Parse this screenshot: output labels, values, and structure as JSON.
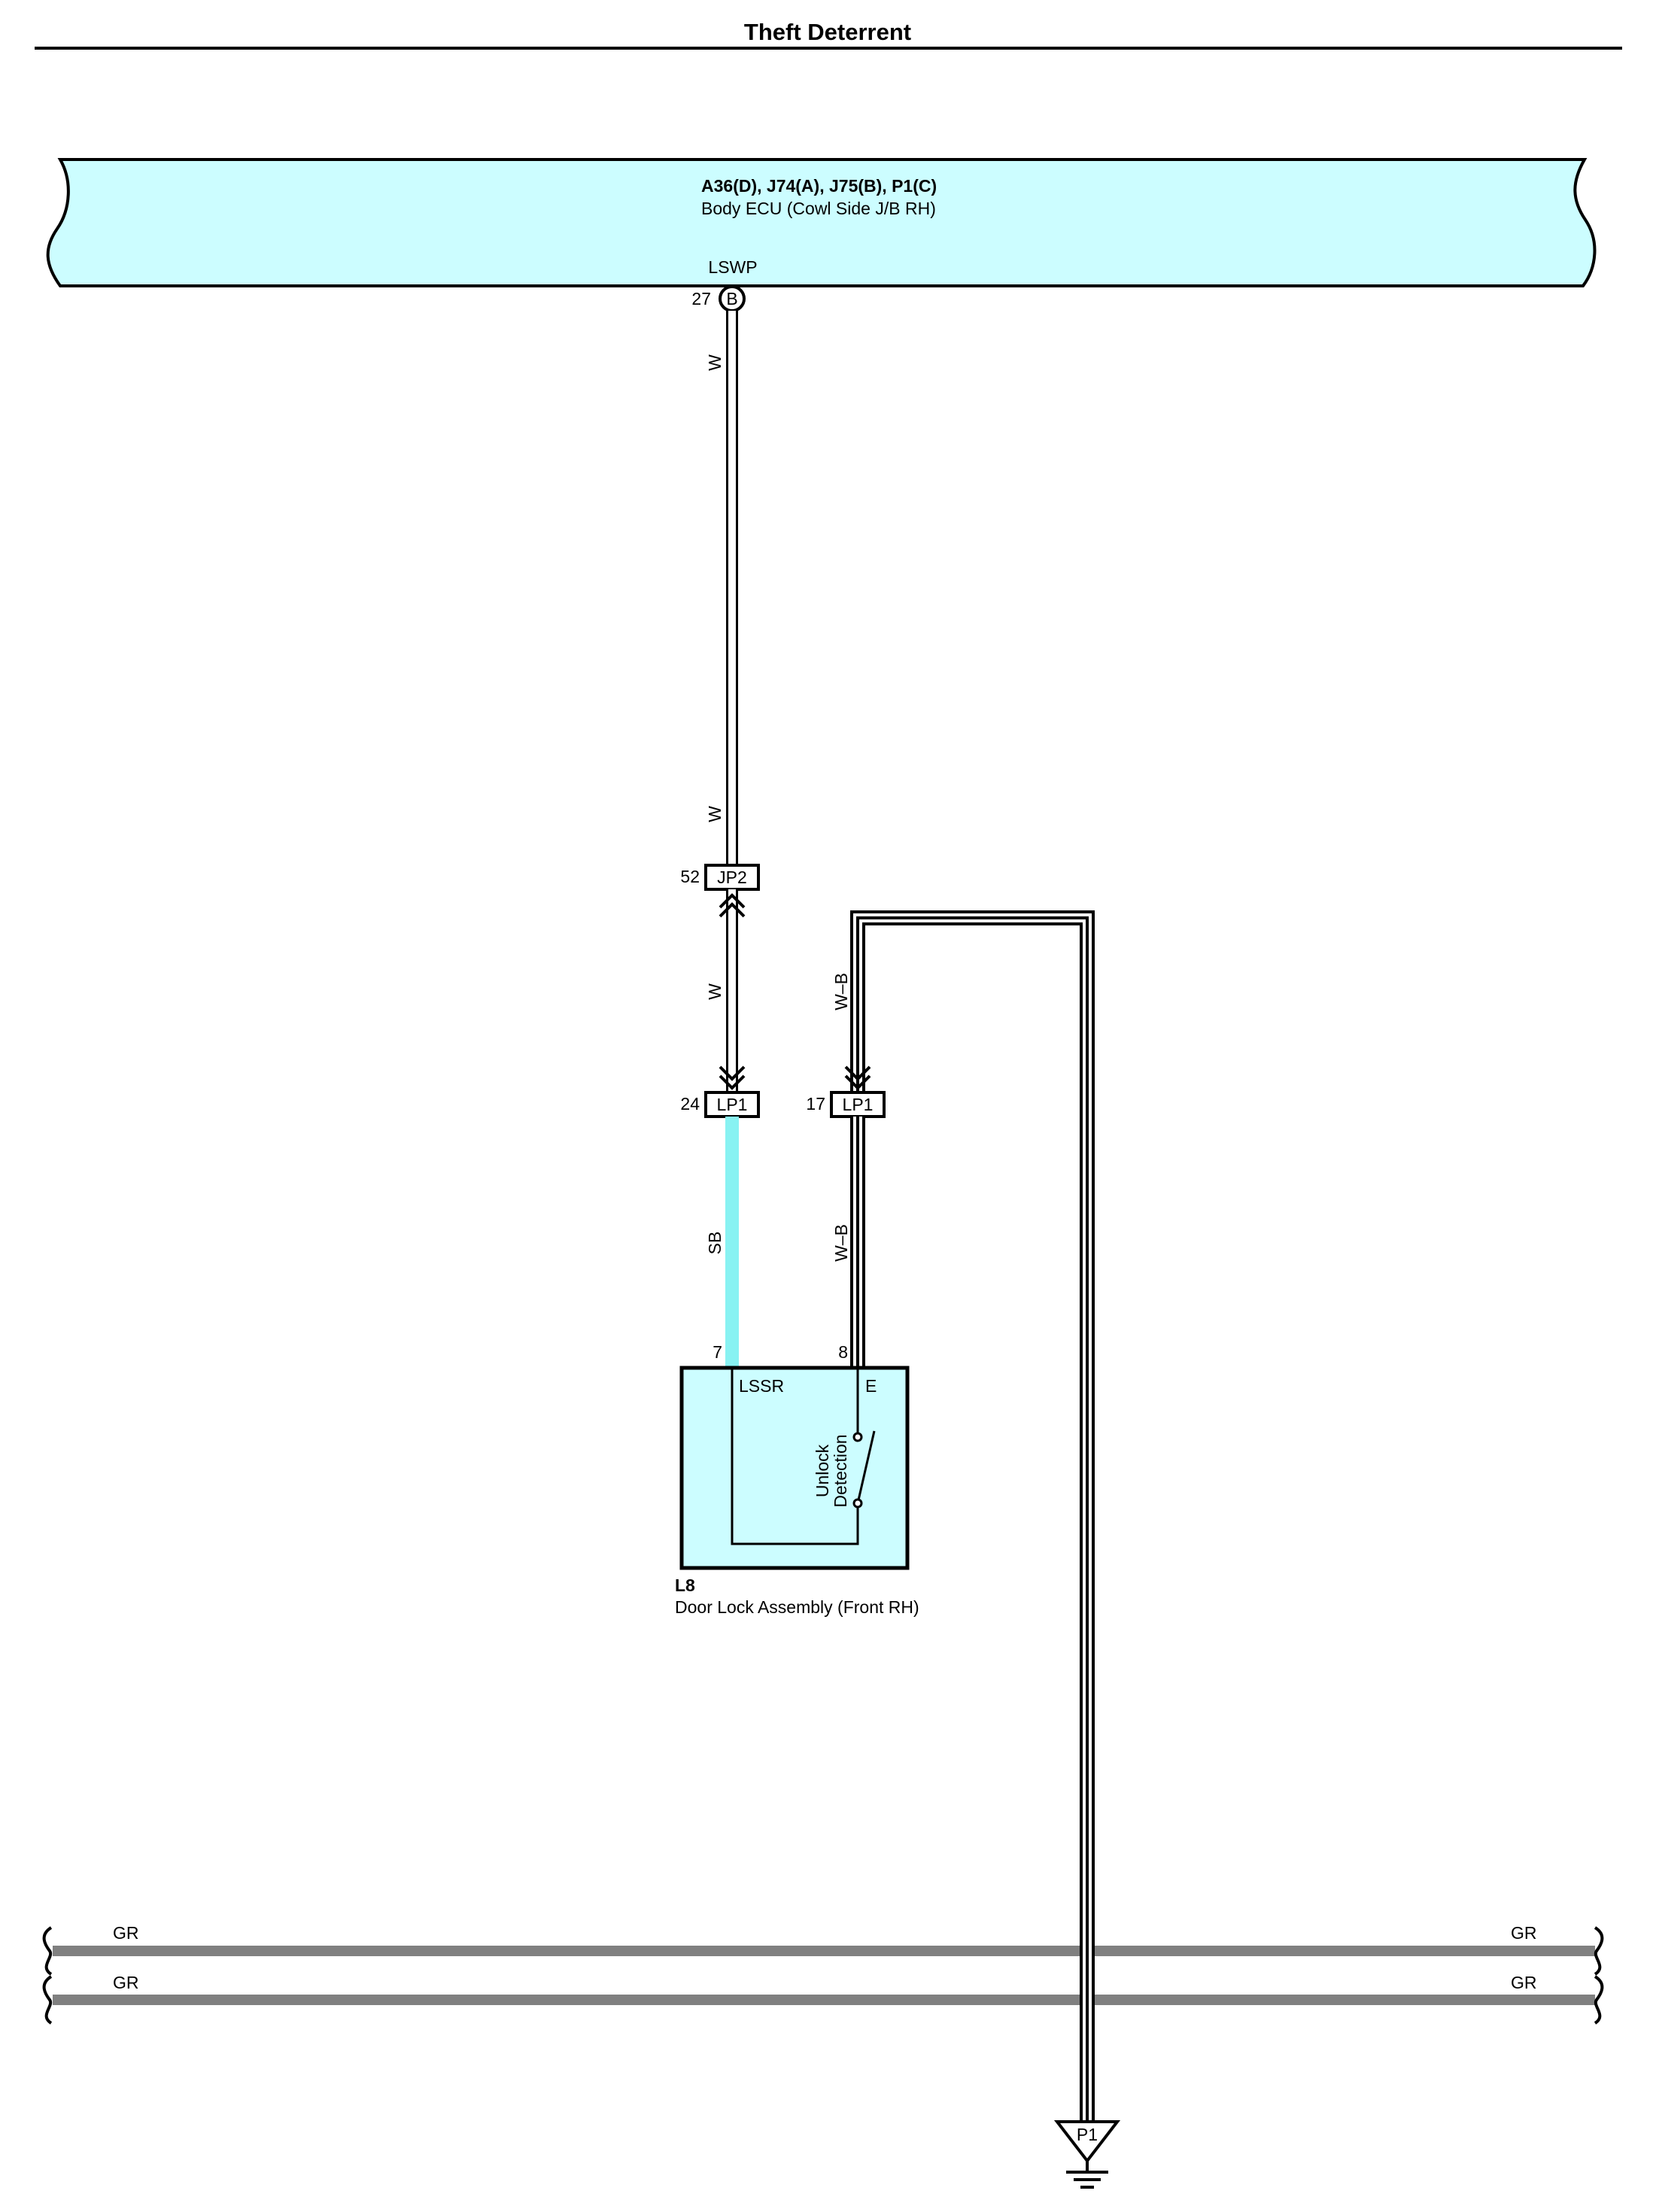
{
  "title": "Theft Deterrent",
  "colors": {
    "component_fill": "#ccfdff",
    "sb_wire": "#88f2f2",
    "gr_wire": "#808080",
    "line": "#000000"
  },
  "ecu": {
    "id": "A36(D), J74(A), J75(B), P1(C)",
    "name": "Body ECU (Cowl Side J/B RH)",
    "terminal_name": "LSWP",
    "pin": "27",
    "connector": "B"
  },
  "wires": {
    "w_top": "W",
    "w_mid": "W",
    "w_low": "W",
    "wb_upper": "W–B",
    "sb": "SB",
    "wb_lower": "W–B",
    "gr_top_left": "GR",
    "gr_top_right": "GR",
    "gr_bottom_left": "GR",
    "gr_bottom_right": "GR"
  },
  "connectors": {
    "jp2": {
      "pin": "52",
      "name": "JP2"
    },
    "lp1_left": {
      "pin": "24",
      "name": "LP1"
    },
    "lp1_right": {
      "pin": "17",
      "name": "LP1"
    }
  },
  "door_lock": {
    "id": "L8",
    "name": "Door Lock Assembly (Front RH)",
    "pin_left": "7",
    "pin_right": "8",
    "terminal_left": "LSSR",
    "terminal_right": "E",
    "switch_label_line1": "Unlock",
    "switch_label_line2": "Detection"
  },
  "ground": {
    "name": "P1"
  }
}
